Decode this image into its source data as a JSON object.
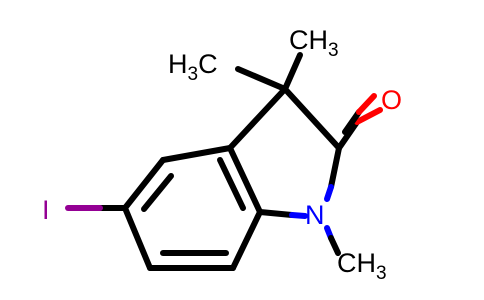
{
  "molecule": {
    "atoms": {
      "iodine": {
        "text": "I",
        "color": "#940094"
      },
      "oxygen": {
        "text": "O",
        "color": "#ff0000"
      },
      "nitrogen": {
        "text": "N",
        "color": "#0000ff"
      }
    },
    "methyl_left": {
      "main": "H",
      "sub": "3",
      "tail": "C"
    },
    "methyl_right": {
      "main": "CH",
      "sub": "3"
    },
    "methyl_n": {
      "main": "CH",
      "sub": "3"
    }
  }
}
